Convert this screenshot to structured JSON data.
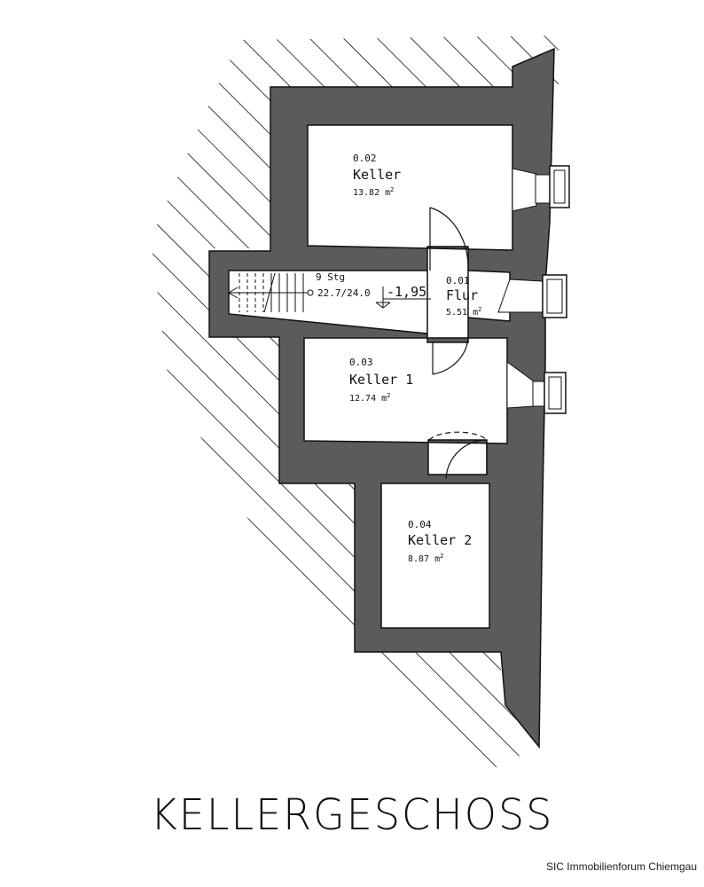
{
  "floor_title": "KELLERGESCHOSS",
  "credit": "SIC Immobilienforum Chiemgau",
  "rooms": [
    {
      "number": "0.02",
      "name": "Keller",
      "area": "13.82",
      "unit": "m"
    },
    {
      "number": "0.01",
      "name": "Flur",
      "area": "5.51",
      "unit": "m"
    },
    {
      "number": "0.03",
      "name": "Keller 1",
      "area": "12.74",
      "unit": "m"
    },
    {
      "number": "0.04",
      "name": "Keller 2",
      "area": "8.87",
      "unit": "m"
    }
  ],
  "unit_exponent": "2",
  "stair": {
    "steps": "9 Stg",
    "ratio": "22.7/24.0"
  },
  "level": "-1,95",
  "colors": {
    "wall": "#5b5b5b",
    "line": "#111111",
    "background": "#ffffff"
  }
}
